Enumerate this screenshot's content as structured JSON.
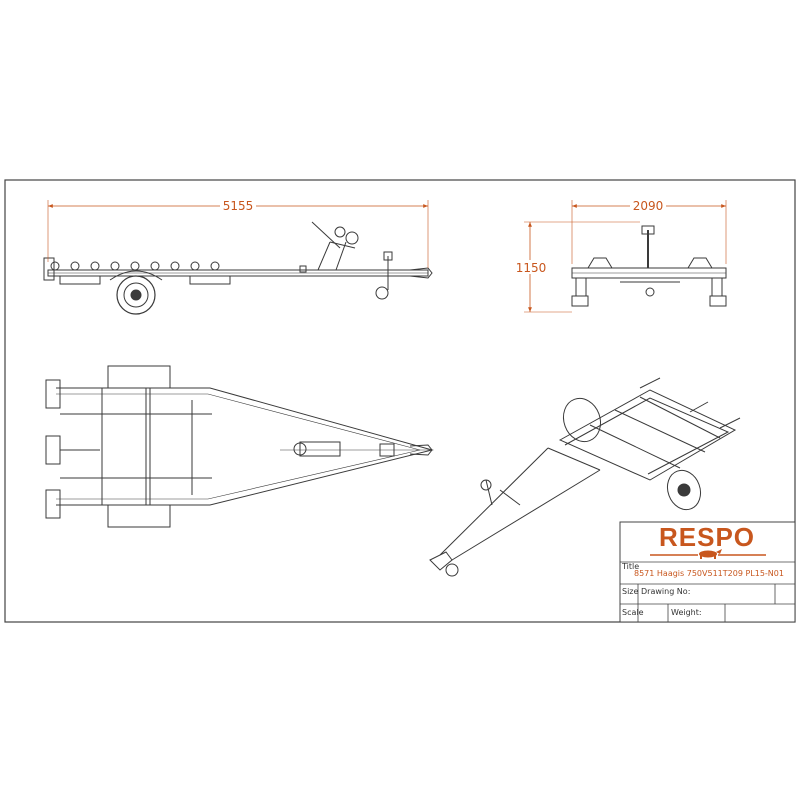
{
  "dimensions": {
    "length": "5155",
    "width": "2090",
    "height": "1150"
  },
  "title_block": {
    "logo": "RESPO",
    "title_label": "Title",
    "title_value": "8571 Haagis 750V511T209 PL15-N01",
    "size_label": "Size",
    "drawing_no_label": "Drawing No:",
    "scale_label": "Scale",
    "weight_label": "Weight:"
  },
  "colors": {
    "line": "#3a3a3a",
    "dimension": "#c8571e",
    "frame": "#444444"
  }
}
